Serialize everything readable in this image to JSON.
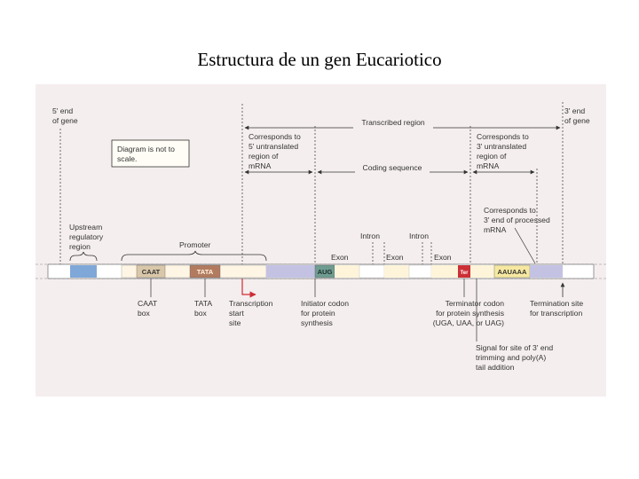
{
  "title": "Estructura de un gen Eucariotico",
  "colors": {
    "background": "#f5eeee",
    "upstream_box": "#7fa7d8",
    "promoter_box": "#fff5e4",
    "caat_box": "#d9c7a9",
    "tata_box": "#b27b5f",
    "utr_box": "#c3c2e3",
    "aug_box": "#6f9c91",
    "exon_box": "#fdf4da",
    "intron_box": "#ffffff",
    "ter_box": "#cc2f36",
    "polya_box": "#f6e8a0",
    "start_arrow": "#cc2f36"
  },
  "labels": {
    "five_prime": [
      "5' end",
      "of gene"
    ],
    "three_prime": [
      "3' end",
      "of gene"
    ],
    "note": [
      "Diagram is not to",
      "scale."
    ],
    "transcribed_region": "Transcribed region",
    "utr5": [
      "Corresponds to",
      "5' untranslated",
      "region of",
      "mRNA"
    ],
    "utr3": [
      "Corresponds to",
      "3' untranslated",
      "region of",
      "mRNA"
    ],
    "coding_sequence": "Coding sequence",
    "processed_end": [
      "Corresponds to",
      "3' end of processed",
      "mRNA"
    ],
    "upstream": [
      "Upstream",
      "regulatory",
      "region"
    ],
    "promoter": "Promoter",
    "intron": "Intron",
    "exon": "Exon",
    "caat_label": [
      "CAAT",
      "box"
    ],
    "tata_label": [
      "TATA",
      "box"
    ],
    "transcription_start": [
      "Transcription",
      "start",
      "site"
    ],
    "initiator": [
      "Initiator codon",
      "for protein",
      "synthesis"
    ],
    "terminator": [
      "Terminator codon",
      "for protein synthesis",
      "(UGA, UAA, or UAG)"
    ],
    "termination_site": [
      "Termination site",
      "for transcription"
    ],
    "polya_signal": [
      "Signal for site of 3' end",
      "trimming and poly(A)",
      "tail addition"
    ]
  },
  "segments": {
    "caat": "CAAT",
    "tata": "TATA",
    "aug": "AUG",
    "ter": "Ter",
    "polya": "AAUAAA"
  }
}
